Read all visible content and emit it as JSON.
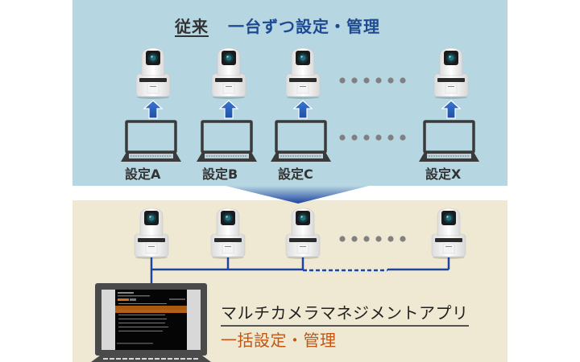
{
  "legacy": {
    "label": "従来",
    "description": "一台ずつ設定・管理",
    "pc_labels": [
      "設定A",
      "設定B",
      "設定C",
      "設定X"
    ],
    "camera_count_shown": 4,
    "ellipsis": "……"
  },
  "new": {
    "app_name": "マルチカメラマネジメントアプリ",
    "description": "一括設定・管理",
    "camera_count_shown": 4
  },
  "colors": {
    "legacy_bg": "#b6d6e1",
    "new_bg": "#efe9d3",
    "arrow_blue": "#2f64b8",
    "network_line": "#1d44a0",
    "highlight_orange": "#c25613",
    "title_blue": "#1e4a93"
  }
}
